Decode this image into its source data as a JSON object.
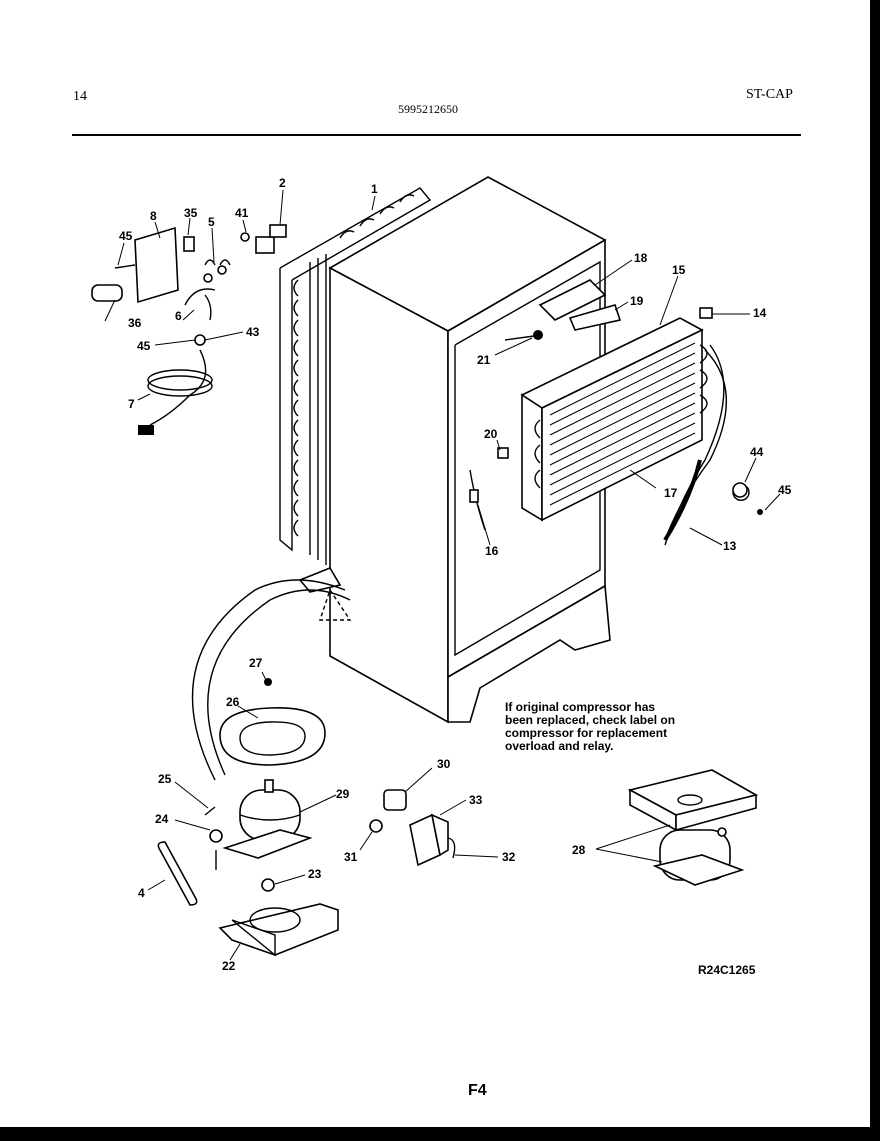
{
  "header": {
    "page_number": "14",
    "part_number": "5995212650",
    "section": "ST-CAP"
  },
  "note": {
    "lines": [
      "If original compressor has",
      "been replaced, check label on",
      "compressor for replacement",
      "overload and relay."
    ]
  },
  "drawing_code": "R24C1265",
  "figure_label": "F4",
  "callouts": {
    "c1": "1",
    "c2": "2",
    "c4": "4",
    "c5": "5",
    "c6": "6",
    "c7": "7",
    "c8": "8",
    "c13": "13",
    "c14": "14",
    "c15": "15",
    "c16": "16",
    "c17": "17",
    "c18": "18",
    "c19": "19",
    "c20": "20",
    "c21": "21",
    "c22": "22",
    "c23": "23",
    "c24": "24",
    "c25": "25",
    "c26": "26",
    "c27": "27",
    "c28": "28",
    "c29": "29",
    "c30": "30",
    "c31": "31",
    "c32": "32",
    "c33": "33",
    "c35": "35",
    "c36": "36",
    "c41": "41",
    "c43": "43",
    "c44": "44",
    "c45a": "45",
    "c45b": "45",
    "c45c": "45"
  }
}
